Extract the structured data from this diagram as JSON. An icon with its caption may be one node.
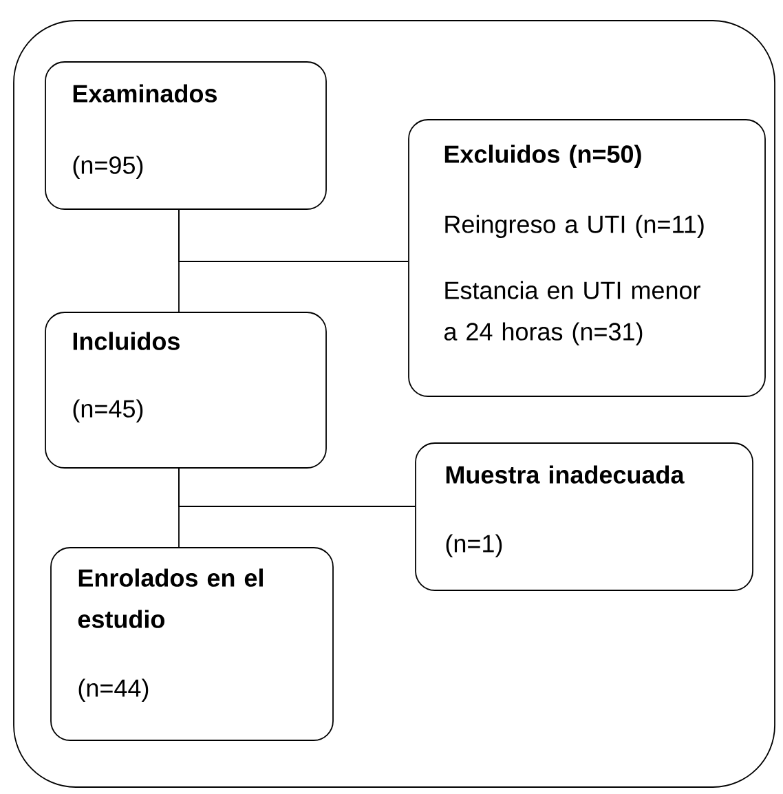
{
  "diagram": {
    "nodes": [
      {
        "text": [],
        "shape": "box"
      },
      {
        "text": [
          "Examinados",
          "(n=95)"
        ],
        "in": 0
      },
      {
        "text": [
          "Excluidos (n=50)",
          "Reingreso a UTI (n=11)",
          "Estancia en UTI menor a 24 horas (n=31)"
        ],
        "in": 0
      },
      {
        "text": [
          "Incluidos",
          "(n=45)"
        ],
        "in": 0
      },
      {
        "text": [
          "Muestra inadecuada",
          "(n=1)"
        ],
        "in": 0
      },
      {
        "text": [
          "Enrolados en el estudio",
          "(n=44)"
        ],
        "in": 0
      }
    ],
    "edges": [
      {
        "from": 1,
        "to": 3,
        "arrow": "none"
      },
      {
        "from": 1,
        "to": 2,
        "arrow": "none"
      },
      {
        "from": 3,
        "to": 5,
        "arrow": "none"
      },
      {
        "from": 3,
        "to": 4,
        "arrow": "none"
      }
    ]
  }
}
